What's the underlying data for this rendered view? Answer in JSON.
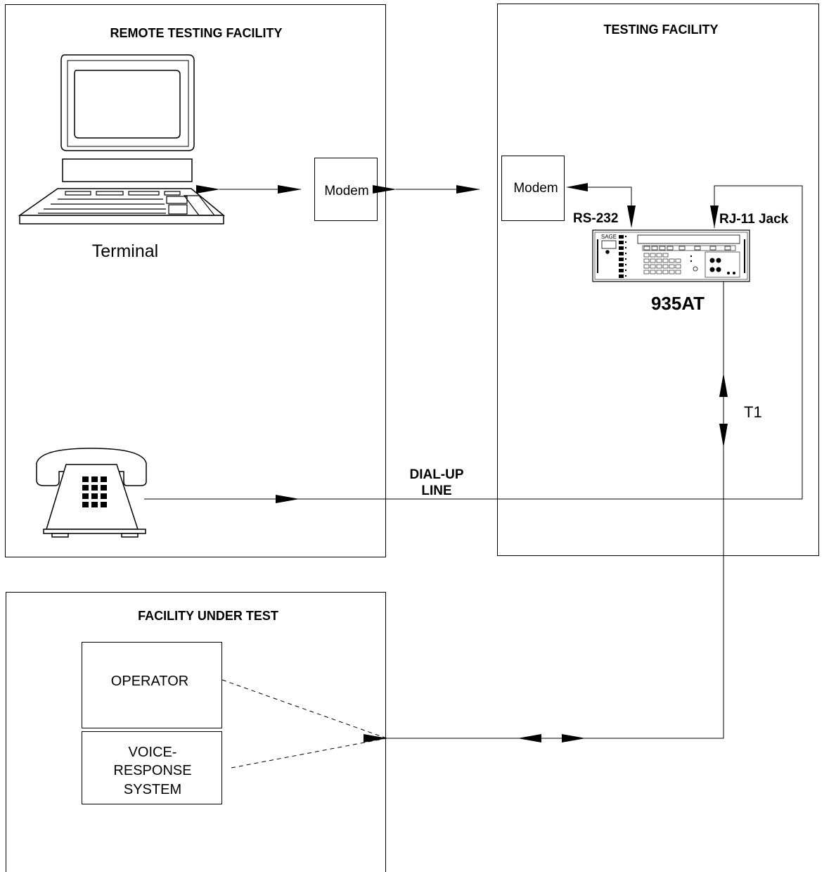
{
  "facilities": {
    "remote_title": "REMOTE TESTING FACILITY",
    "testing_title": "TESTING FACILITY",
    "under_test_title": "FACILITY UNDER TEST"
  },
  "devices": {
    "modem_remote": "Modem",
    "modem_testing": "Modem",
    "terminal": "Terminal",
    "unit_model": "935AT",
    "unit_brand": "SAGE",
    "operator": "OPERATOR",
    "voice_response": [
      "VOICE-",
      "RESPONSE",
      "SYSTEM"
    ]
  },
  "connections": {
    "rs232": "RS-232",
    "rj11": "RJ-11 Jack",
    "t1": "T1",
    "dialup": [
      "DIAL-UP",
      "LINE"
    ]
  }
}
